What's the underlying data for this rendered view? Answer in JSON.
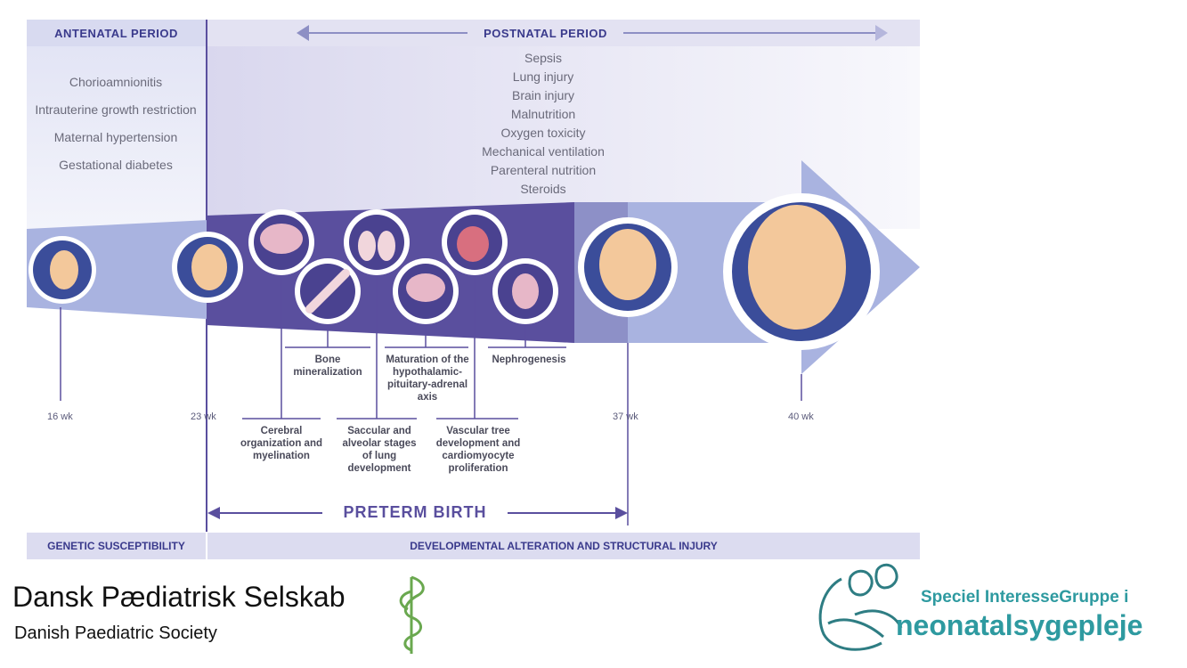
{
  "header": {
    "antenatal": "ANTENATAL PERIOD",
    "postnatal": "POSTNATAL PERIOD"
  },
  "antenatal_factors": [
    "Chorioamnionitis",
    "Intrauterine growth restriction",
    "Maternal hypertension",
    "Gestational diabetes"
  ],
  "postnatal_factors": [
    "Sepsis",
    "Lung injury",
    "Brain injury",
    "Malnutrition",
    "Oxygen toxicity",
    "Mechanical ventilation",
    "Parenteral nutrition",
    "Steroids"
  ],
  "upper_labels": {
    "bone": "Bone mineralization",
    "hpa": "Maturation of the hypothalamic-pituitary-adrenal axis",
    "nephro": "Nephrogenesis"
  },
  "lower_labels": {
    "cerebral": "Cerebral organization and myelination",
    "lung": "Saccular and alveolar stages of lung development",
    "vascular": "Vascular tree development and cardiomyocyte proliferation"
  },
  "weeks": [
    "16 wk",
    "23 wk",
    "37 wk",
    "40 wk"
  ],
  "preterm": "PRETERM BIRTH",
  "footer": {
    "left": "GENETIC SUSCEPTIBILITY",
    "right": "DEVELOPMENTAL ALTERATION AND STRUCTURAL INJURY"
  },
  "logo_left": {
    "title": "Dansk Pædiatrisk Selskab",
    "subtitle": "Danish Paediatric Society"
  },
  "logo_right": {
    "line1": "Speciel InteresseGruppe i",
    "line2": "neonatalsygepleje"
  },
  "colors": {
    "dark_purple": "#5a4f9e",
    "light_blue": "#a9b3e0",
    "pale": "#e6e6f2",
    "accent_green": "#6aa84f"
  }
}
